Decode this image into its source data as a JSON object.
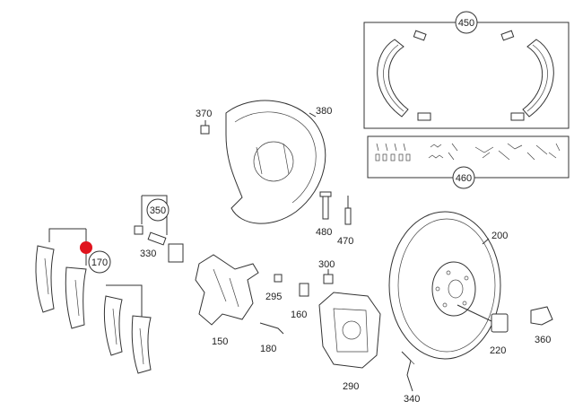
{
  "diagram": {
    "labels": {
      "p450": "450",
      "p460": "460",
      "p370": "370",
      "p380": "380",
      "p350": "350",
      "p330": "330",
      "p170": "170",
      "p480": "480",
      "p470": "470",
      "p200": "200",
      "p300": "300",
      "p295": "295",
      "p160": "160",
      "p150": "150",
      "p180": "180",
      "p290": "290",
      "p220": "220",
      "p360": "360",
      "p340": "340"
    },
    "hotspot_color": "#e0141e"
  }
}
